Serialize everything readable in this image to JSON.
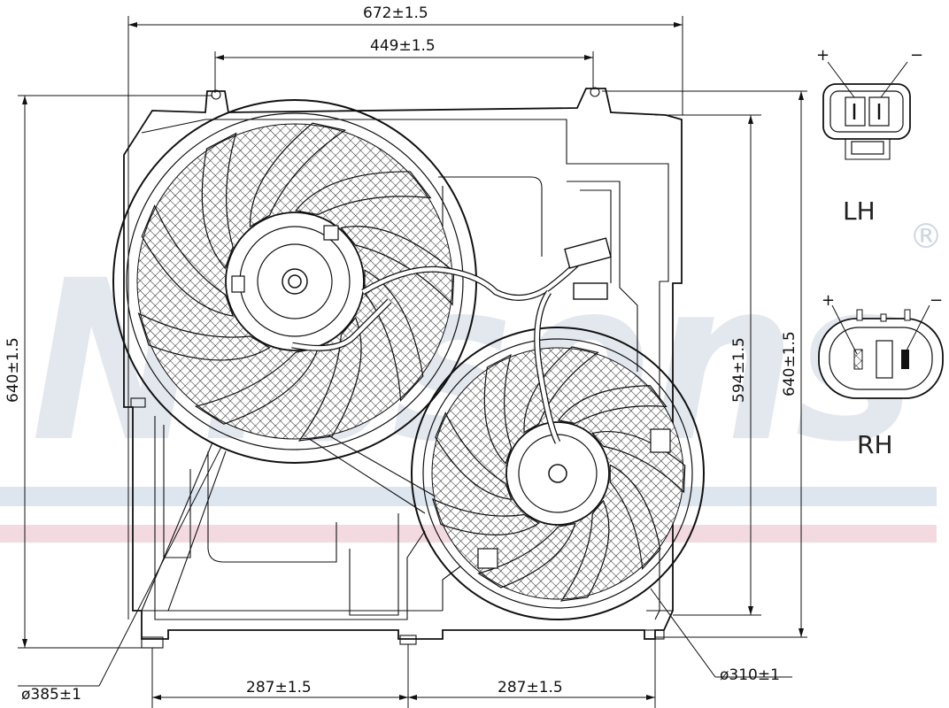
{
  "watermark": {
    "brand": "Nissens",
    "registered_mark": "®"
  },
  "dimensions": {
    "overall_width": "672±1.5",
    "mount_spacing": "449±1.5",
    "left_height": "640±1.5",
    "inner_height": "594±1.5",
    "right_height": "640±1.5",
    "lower_left_spacing": "287±1.5",
    "lower_right_spacing": "287±1.5",
    "left_fan_diameter": "ø385±1",
    "right_fan_diameter": "ø310±1"
  },
  "connectors": {
    "lh": {
      "label": "LH",
      "plus": "+",
      "minus": "−"
    },
    "rh": {
      "label": "RH",
      "plus": "+",
      "minus": "−"
    }
  }
}
